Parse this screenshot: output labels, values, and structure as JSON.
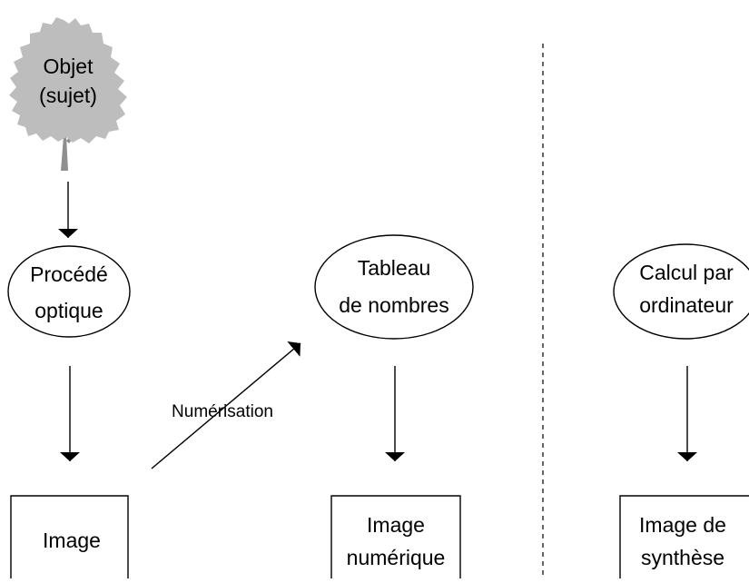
{
  "colors": {
    "stroke": "#000000",
    "tree": "#bdbdbd",
    "trunk": "#8f8f8f",
    "background": "#ffffff"
  },
  "icons": {
    "tree": "tree-icon"
  },
  "nodes": {
    "objet": {
      "line1": "Objet",
      "line2": "(sujet)"
    },
    "procede": {
      "line1": "Procédé",
      "line2": "optique"
    },
    "tableau": {
      "line1": "Tableau",
      "line2": "de nombres"
    },
    "calcul": {
      "line1": "Calcul par",
      "line2": "ordinateur"
    },
    "image": {
      "line1": "Image"
    },
    "image_numerique": {
      "line1": "Image",
      "line2": "numérique"
    },
    "image_synthese": {
      "line1": "Image de",
      "line2": "synthèse"
    }
  },
  "edges": {
    "numerisation": "Numérisation"
  }
}
